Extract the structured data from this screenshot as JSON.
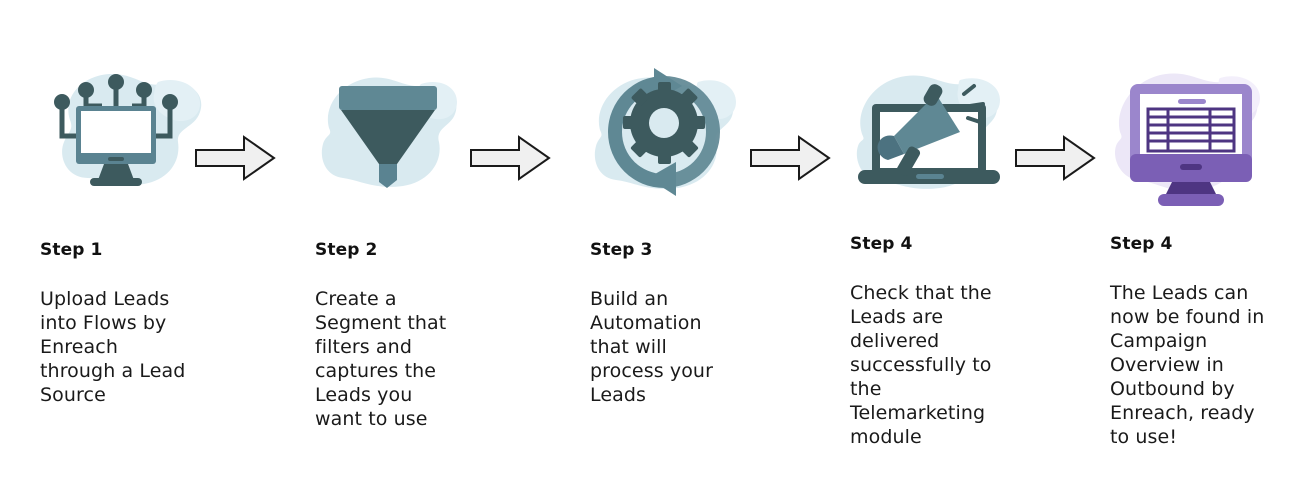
{
  "palette": {
    "blob_blue": "#d9eaf0",
    "blob_blue_soft": "#e3f0f5",
    "blob_purple": "#ece7f7",
    "teal_light": "#5f8894",
    "teal_mid": "#5a8391",
    "teal_dark": "#3d5a5e",
    "teal_darker": "#2f4a4f",
    "purple_light": "#9b86cc",
    "purple_mid": "#7b5fb5",
    "purple_dark": "#4e3582",
    "arrow_fill": "#f0f0f0",
    "arrow_stroke": "#1a1a1a",
    "text": "#1a1a1a",
    "screen_white": "#ffffff"
  },
  "steps": [
    {
      "title": "Step 1",
      "body": "Upload Leads\ninto Flows by\nEnreach\nthrough a Lead\nSource",
      "icon": "network-monitor-icon"
    },
    {
      "title": "Step 2",
      "body": "Create a\nSegment that\nfilters and\ncaptures the\nLeads you\nwant to use",
      "icon": "funnel-icon"
    },
    {
      "title": "Step 3",
      "body": "Build an\nAutomation\nthat will\nprocess your\nLeads",
      "icon": "gear-refresh-icon"
    },
    {
      "title": "Step 4",
      "body": "Check that the\nLeads are\ndelivered\nsuccessfully to\nthe\nTelemarketing\nmodule",
      "icon": "laptop-megaphone-icon"
    },
    {
      "title": "Step 4",
      "body": "The Leads can\nnow be found in\nCampaign\nOverview in\nOutbound by\nEnreach, ready\nto use!",
      "icon": "monitor-spreadsheet-icon"
    }
  ],
  "connectors": [
    {
      "name": "arrow-1",
      "direction": "right"
    },
    {
      "name": "arrow-2",
      "direction": "right"
    },
    {
      "name": "arrow-3",
      "direction": "right"
    },
    {
      "name": "arrow-4",
      "direction": "right"
    }
  ]
}
